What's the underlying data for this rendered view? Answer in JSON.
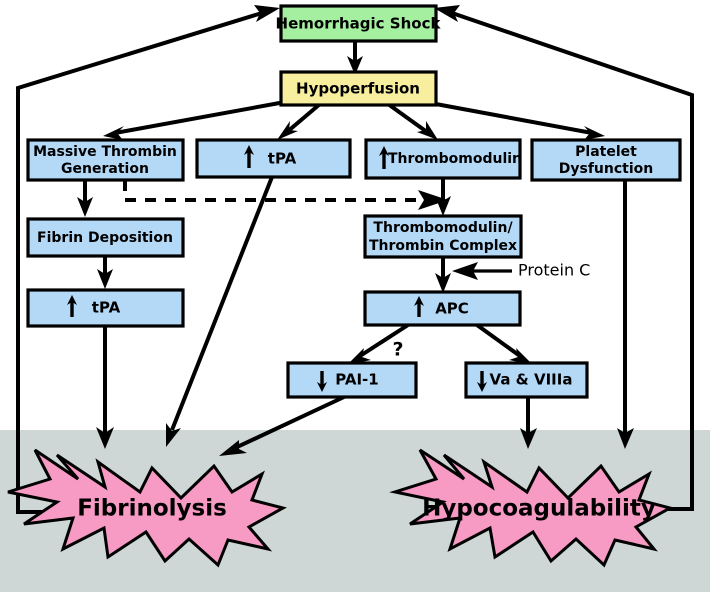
{
  "figure": {
    "title": "Hemorrhagic shock coagulopathy pathway flowchart",
    "background_upper": "#ffffff",
    "background_lower": "#ced6d6"
  },
  "colors": {
    "green": "#a5f0a0",
    "yellow": "#f7ef9e",
    "blue": "#b3d9f7",
    "pink": "#f79ac4",
    "outline": "#000000",
    "gray_band": "#ced6d6"
  },
  "nodes": {
    "hemorrhagic_shock": {
      "label": "Hemorrhagic Shock",
      "color": "green"
    },
    "hypoperfusion": {
      "label": "Hypoperfusion",
      "color": "yellow"
    },
    "massive_thrombin": {
      "line1": "Massive Thrombin",
      "line2": "Generation",
      "color": "blue"
    },
    "tpa_top": {
      "label": "tPA",
      "arrow": "up",
      "color": "blue"
    },
    "thrombomodulin": {
      "label": "Thrombomodulin",
      "arrow": "up",
      "color": "blue"
    },
    "platelet_dysfunction": {
      "line1": "Platelet",
      "line2": "Dysfunction",
      "color": "blue"
    },
    "fibrin_deposition": {
      "label": "Fibrin Deposition",
      "color": "blue"
    },
    "tpa_lower": {
      "label": "tPA",
      "arrow": "up",
      "color": "blue"
    },
    "tm_thrombin_complex": {
      "line1": "Thrombomodulin/",
      "line2": "Thrombin Complex",
      "color": "blue"
    },
    "apc": {
      "label": "APC",
      "arrow": "up",
      "color": "blue"
    },
    "pai1": {
      "label": "PAI-1",
      "arrow": "down",
      "color": "blue"
    },
    "va_viiia": {
      "label": "Va & VIIIa",
      "arrow": "down",
      "color": "blue"
    },
    "fibrinolysis": {
      "label": "Fibrinolysis",
      "color": "pink"
    },
    "hypocoagulability": {
      "label": "Hypocoagulability",
      "color": "pink"
    }
  },
  "annotations": {
    "protein_c": "Protein C",
    "question_mark": "?"
  }
}
